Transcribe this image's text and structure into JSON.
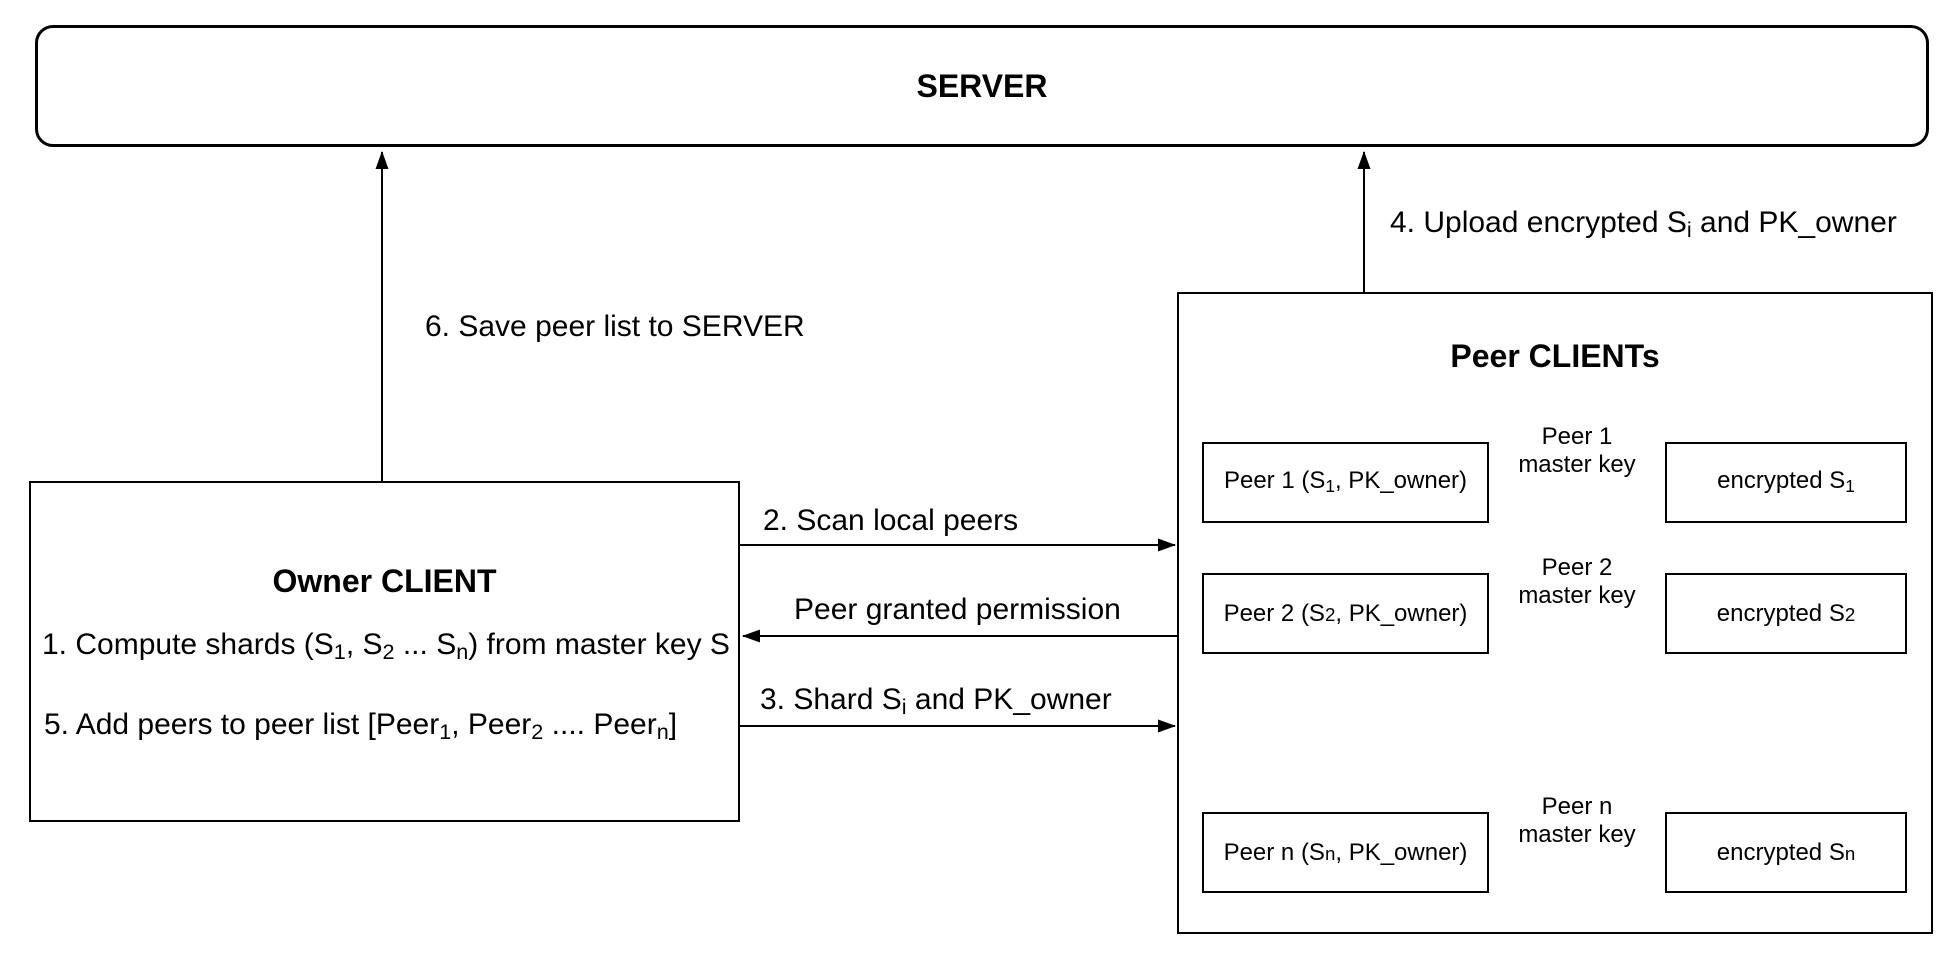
{
  "colors": {
    "stroke": "#000000",
    "background": "#ffffff",
    "text": "#000000"
  },
  "server": {
    "title": "SERVER"
  },
  "owner_client": {
    "title": "Owner CLIENT",
    "step1": {
      "p1": "1. Compute shards (S",
      "sub1": "1",
      "p2": ", S",
      "sub2": "2",
      "p3": " ... S",
      "sub3": "n",
      "p4": ") from master key S"
    },
    "step5": {
      "p1": "5. Add peers to peer list [Peer",
      "sub1": "1",
      "p2": ", Peer",
      "sub2": "2",
      "p3": " .... Peer",
      "sub3": "n",
      "p4": "]"
    }
  },
  "peer_clients": {
    "title": "Peer CLIENTs",
    "rows": [
      {
        "peer": {
          "p1": "Peer 1 (S",
          "sub": "1",
          "p2": ", PK_owner)"
        },
        "key_label": {
          "line1": "Peer 1",
          "line2": "master key"
        },
        "encrypted": {
          "p1": "encrypted S",
          "sub": "1"
        }
      },
      {
        "peer": {
          "p1": "Peer 2 (S",
          "sub": "2",
          "p2": ", PK_owner)"
        },
        "key_label": {
          "line1": "Peer 2",
          "line2": "master key"
        },
        "encrypted": {
          "p1": "encrypted S",
          "sub": "2"
        }
      },
      {
        "peer": {
          "p1": "Peer n (S",
          "sub": "n",
          "p2": ", PK_owner)"
        },
        "key_label": {
          "line1": "Peer n",
          "line2": "master key"
        },
        "encrypted": {
          "p1": "encrypted S",
          "sub": "n"
        }
      }
    ]
  },
  "flows": {
    "save_peer_list": "6. Save peer list to SERVER",
    "upload": {
      "p1": "4. Upload encrypted S",
      "sub": "i",
      "p2": " and PK_owner"
    },
    "scan": "2. Scan local peers",
    "granted": "Peer granted permission",
    "shard": {
      "p1": "3. Shard S",
      "sub": "i",
      "p2": " and PK_owner"
    }
  }
}
